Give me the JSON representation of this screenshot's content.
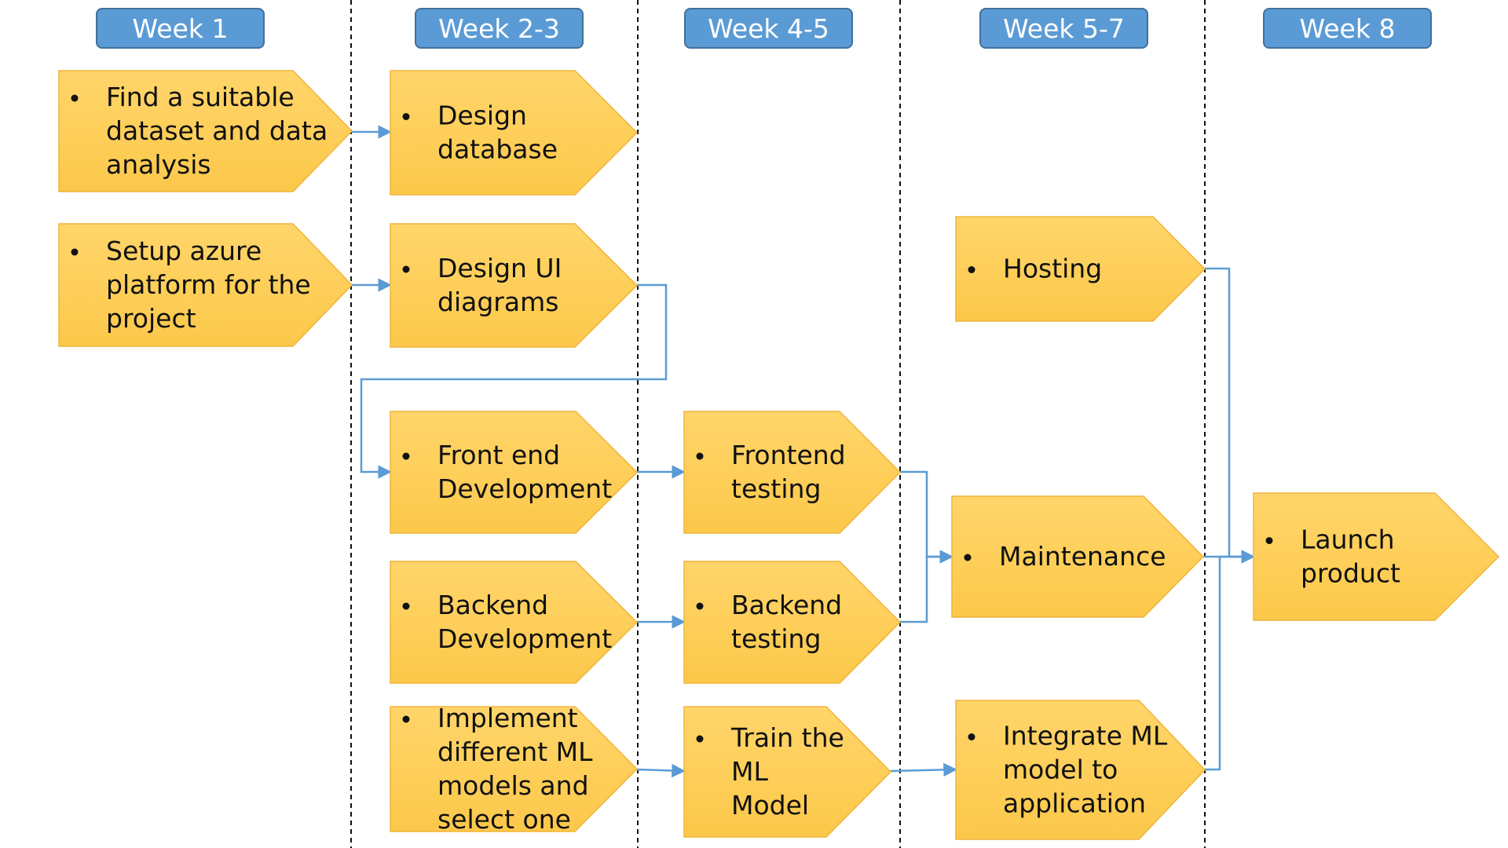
{
  "colors": {
    "header_fill": "#5b9bd5",
    "header_stroke": "#41719c",
    "task_fill_top": "#ffd56a",
    "task_fill_bottom": "#fcc84a",
    "task_stroke": "#f0b43a",
    "connector": "#5b9bd5",
    "divider": "#111111"
  },
  "weeks": [
    "Week 1",
    "Week 2-3",
    "Week 4-5",
    "Week 5-7",
    "Week 8"
  ],
  "tasks": [
    {
      "id": "find-dataset",
      "lines": [
        "Find a suitable",
        "dataset and data",
        "analysis"
      ]
    },
    {
      "id": "setup-azure",
      "lines": [
        "Setup azure",
        "platform  for the",
        "project"
      ]
    },
    {
      "id": "design-database",
      "lines": [
        "Design",
        "database"
      ]
    },
    {
      "id": "design-ui",
      "lines": [
        "Design UI",
        "diagrams"
      ]
    },
    {
      "id": "frontend-dev",
      "lines": [
        "Front end",
        "Development"
      ]
    },
    {
      "id": "backend-dev",
      "lines": [
        "Backend",
        "Development"
      ]
    },
    {
      "id": "implement-ml",
      "lines": [
        "Implement",
        "different ML",
        "models and",
        "select one"
      ]
    },
    {
      "id": "frontend-testing",
      "lines": [
        "Frontend",
        "testing"
      ]
    },
    {
      "id": "backend-testing",
      "lines": [
        "Backend",
        "testing"
      ]
    },
    {
      "id": "train-ml",
      "lines": [
        "Train the",
        "ML",
        "Model"
      ]
    },
    {
      "id": "hosting",
      "lines": [
        "Hosting"
      ]
    },
    {
      "id": "maintenance",
      "lines": [
        "Maintenance"
      ]
    },
    {
      "id": "integrate-ml",
      "lines": [
        "Integrate ML",
        "model to",
        "application"
      ]
    },
    {
      "id": "launch-product",
      "lines": [
        "Launch",
        "product"
      ]
    }
  ],
  "connections": [
    {
      "from": "find-dataset",
      "to": "design-database"
    },
    {
      "from": "setup-azure",
      "to": "design-ui"
    },
    {
      "from": "design-ui",
      "to": "frontend-dev"
    },
    {
      "from": "frontend-dev",
      "to": "frontend-testing"
    },
    {
      "from": "backend-dev",
      "to": "backend-testing"
    },
    {
      "from": "implement-ml",
      "to": "train-ml"
    },
    {
      "from": "train-ml",
      "to": "integrate-ml"
    },
    {
      "from": "frontend-testing",
      "to": "maintenance"
    },
    {
      "from": "backend-testing",
      "to": "maintenance"
    },
    {
      "from": "hosting",
      "to": "launch-product"
    },
    {
      "from": "maintenance",
      "to": "launch-product"
    },
    {
      "from": "integrate-ml",
      "to": "launch-product"
    }
  ]
}
